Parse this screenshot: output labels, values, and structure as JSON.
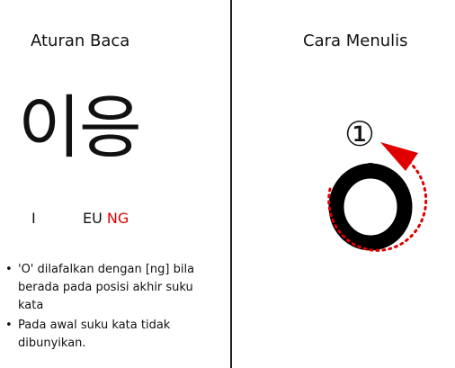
{
  "left": {
    "title": "Aturan Baca",
    "hangul": {
      "first": "이",
      "second": "응"
    },
    "romanization": {
      "first": "I",
      "second_plain": "EU",
      "second_accent": "NG"
    },
    "notes": [
      "'O' dilafalkan dengan [ng] bila berada pada posisi akhir suku kata",
      "Pada awal suku kata tidak dibunyikan."
    ]
  },
  "right": {
    "title": "Cara Menulis",
    "stroke_number": "①",
    "stroke_character": "ㅇ"
  },
  "colors": {
    "accent": "#e00000",
    "text": "#111111"
  }
}
